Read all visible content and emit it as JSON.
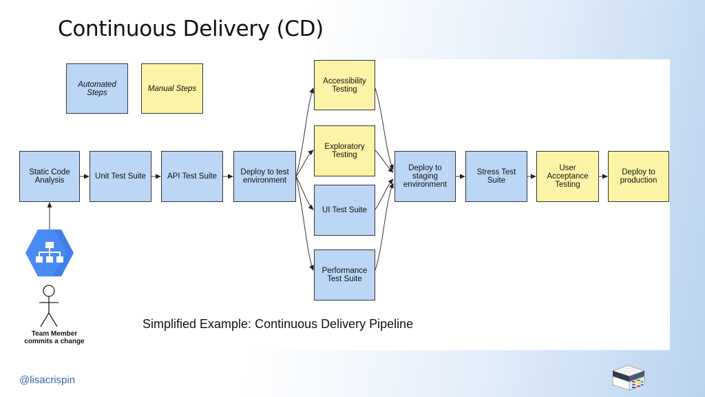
{
  "slide": {
    "title": "Continuous Delivery (CD)",
    "handle": "@lisacrispin"
  },
  "diagram": {
    "caption": "Simplified Example: Continuous Delivery Pipeline",
    "legend": {
      "automated": "Automated\nSteps",
      "manual": "Manual Steps"
    },
    "steps": {
      "static_code": "Static Code\nAnalysis",
      "unit_test": "Unit Test Suite",
      "api_test": "API Test Suite",
      "deploy_test": "Deploy to test\nenvironment",
      "accessibility": "Accessibility\nTesting",
      "exploratory": "Exploratory\nTesting",
      "ui_test": "UI Test Suite",
      "performance": "Performance\nTest Suite",
      "deploy_staging": "Deploy to\nstaging\nenvironment",
      "stress_test": "Stress Test\nSuite",
      "uat": "User\nAcceptance\nTesting",
      "deploy_prod": "Deploy to\nproduction"
    },
    "trigger_label": "Team Member\ncommits a change",
    "colors": {
      "automated": "#bcd6f5",
      "manual": "#fbf4a6",
      "hexagon": "#4a8af4"
    },
    "icons": {
      "trigger": "hierarchy-hexagon-icon",
      "person": "stick-figure-icon",
      "logo": "stacked-blocks-logo-icon"
    }
  }
}
